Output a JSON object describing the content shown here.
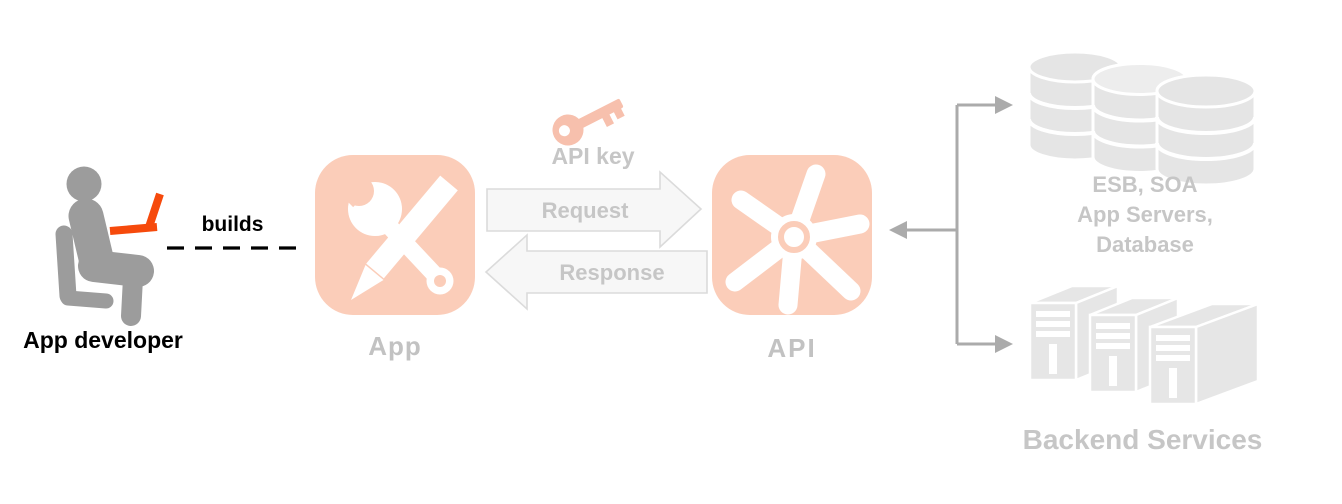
{
  "diagram": {
    "type": "architecture-flow-diagram",
    "labels": {
      "developer": "App developer",
      "builds": "builds",
      "app": "App",
      "api_key": "API key",
      "request": "Request",
      "response": "Response",
      "api": "API",
      "esb_lines": [
        "ESB, SOA",
        "App Servers,",
        "Database"
      ],
      "backend": "Backend Services"
    },
    "icons": {
      "developer": "person-with-laptop-icon",
      "app": "wrench-and-pencil-tile-icon",
      "api_key": "key-icon",
      "api": "gear-spoke-tile-icon",
      "esb": "database-stack-icon",
      "backend": "server-towers-icon"
    },
    "colors": {
      "salmon_tile": "#FBCDB9",
      "salmon_key": "#F7C0AD",
      "orange_laptop": "#F64A0C",
      "figure_gray": "#9C9C9C",
      "faded_icon_gray": "#E5E5E5",
      "label_gray": "#C6C6C6",
      "connector_gray": "#ABABAB",
      "arrow_fill": "#F7F7F7",
      "arrow_border": "#DBDBDB",
      "text_black": "#000000"
    }
  }
}
